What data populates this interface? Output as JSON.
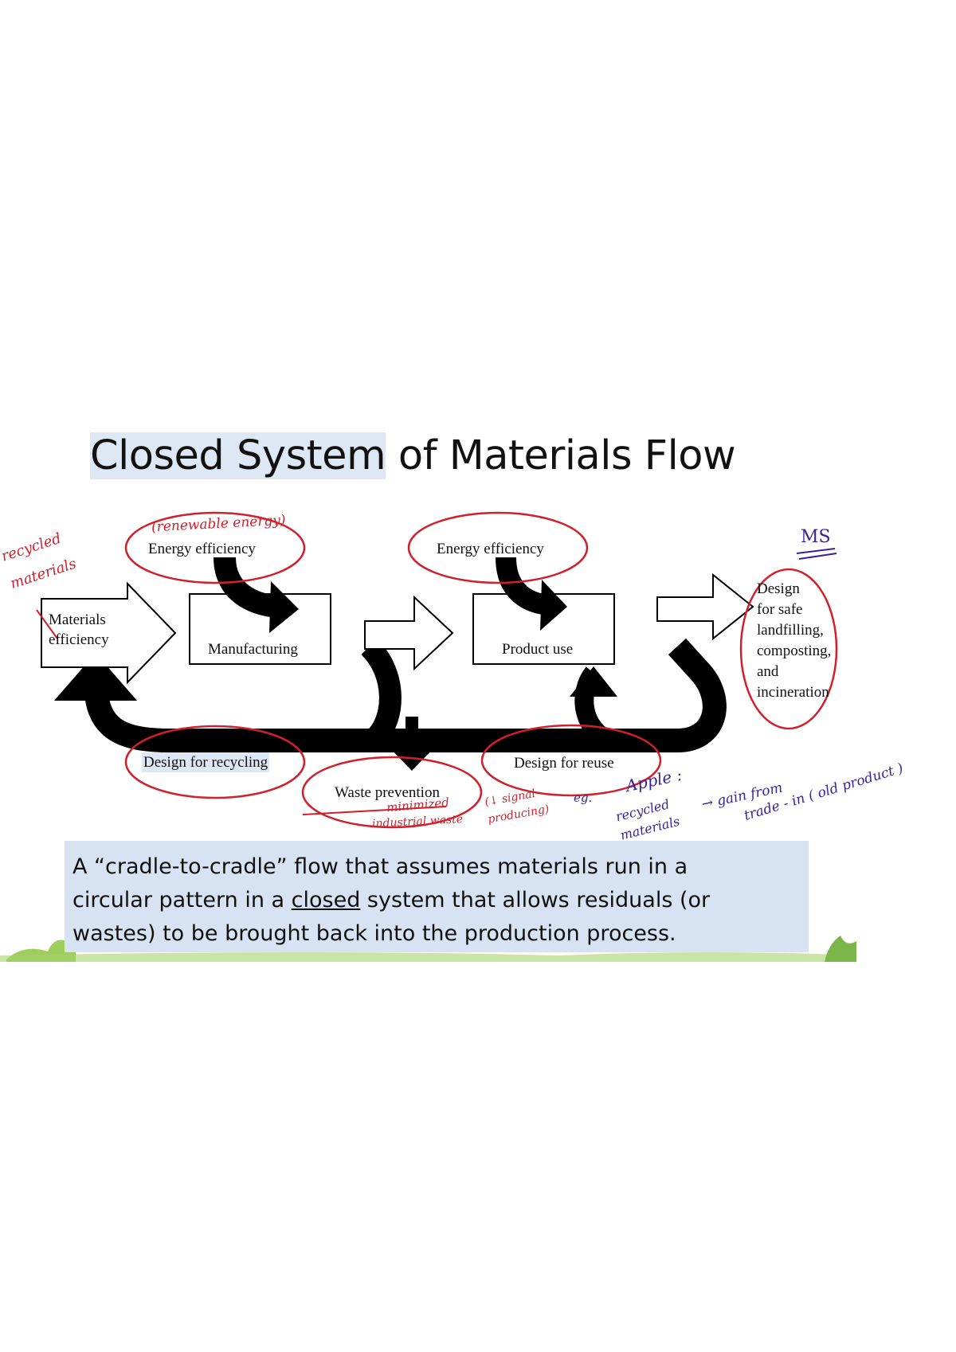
{
  "title": {
    "highlighted": "Closed System",
    "rest": " of Materials Flow"
  },
  "nodes": {
    "materials_efficiency": [
      "Materials",
      "efficiency"
    ],
    "energy_efficiency_1": "Energy efficiency",
    "manufacturing": "Manufacturing",
    "energy_efficiency_2": "Energy efficiency",
    "product_use": "Product use",
    "design_safe": [
      "Design",
      "for safe",
      "landfilling,",
      "composting,",
      "and",
      "incineration"
    ],
    "design_recycling": "Design for recycling",
    "waste_prevention": "Waste prevention",
    "design_reuse": "Design for reuse"
  },
  "caption": {
    "line1": "A “cradle-to-cradle” flow that assumes materials run in a",
    "line2_pre": "circular pattern in a ",
    "line2_underlined": "closed",
    "line2_post": " system that allows residuals (or",
    "line3": "wastes) to be brought back into the production process."
  },
  "annotations": {
    "renewable_energy": "(renewable energy)",
    "recycled_materials": [
      "recycled",
      "materials"
    ],
    "ms": "MS",
    "minimized": "minimized",
    "industrial_waste": "industrial waste",
    "signal_producing": [
      "(↓ signal",
      "producing)"
    ],
    "eg": "eg.",
    "apple": "Apple :",
    "recycled_materials_2": [
      "recycled",
      "materials"
    ],
    "gain_from": "→ gain from",
    "trade_in": "trade - in ( old product )"
  },
  "colors": {
    "ink_red": "#d0202c",
    "ink_purple": "#3a1f9a",
    "caption_bg": "#d7e3f2",
    "title_highlight": "#dde8f4",
    "grass": "#8cc63f"
  }
}
